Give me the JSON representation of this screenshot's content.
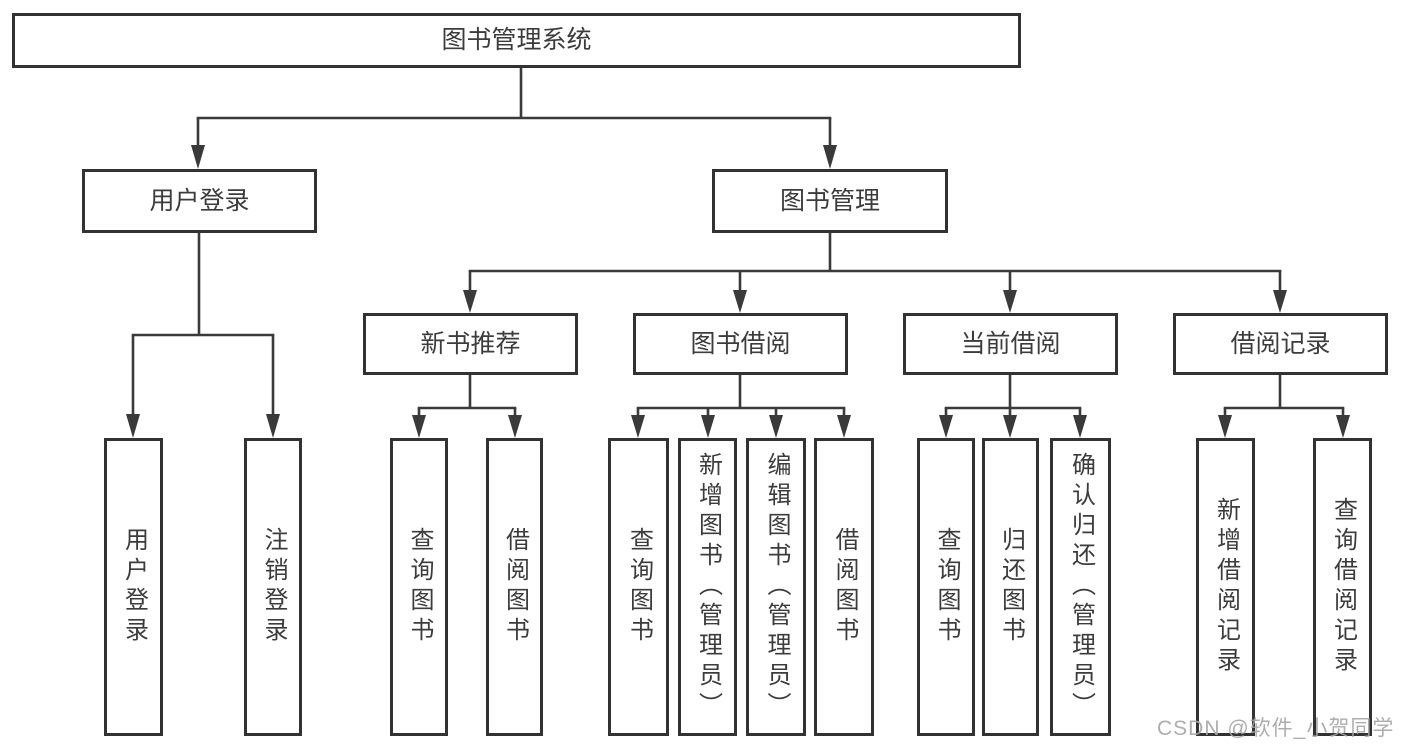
{
  "diagram_title": "图书管理系统",
  "colors": {
    "line": "#3a3a3a",
    "box_border": "#323232",
    "text": "#3c3c3c",
    "watermark": "#a5a5a5",
    "background": "#ffffff"
  },
  "tree": {
    "root": "图书管理系统",
    "children": [
      {
        "label": "用户登录",
        "children": [
          "用户登录",
          "注销登录"
        ]
      },
      {
        "label": "图书管理",
        "children": [
          {
            "label": "新书推荐",
            "children": [
              "查询图书",
              "借阅图书"
            ]
          },
          {
            "label": "图书借阅",
            "children": [
              "查询图书",
              "新增图书（管理员）",
              "编辑图书（管理员）",
              "借阅图书"
            ]
          },
          {
            "label": "当前借阅",
            "children": [
              "查询图书",
              "归还图书",
              "确认归还（管理员）"
            ]
          },
          {
            "label": "借阅记录",
            "children": [
              "新增借阅记录",
              "查询借阅记录"
            ]
          }
        ]
      }
    ]
  },
  "watermark": {
    "text": "CSDN @软件_小贺同学"
  }
}
